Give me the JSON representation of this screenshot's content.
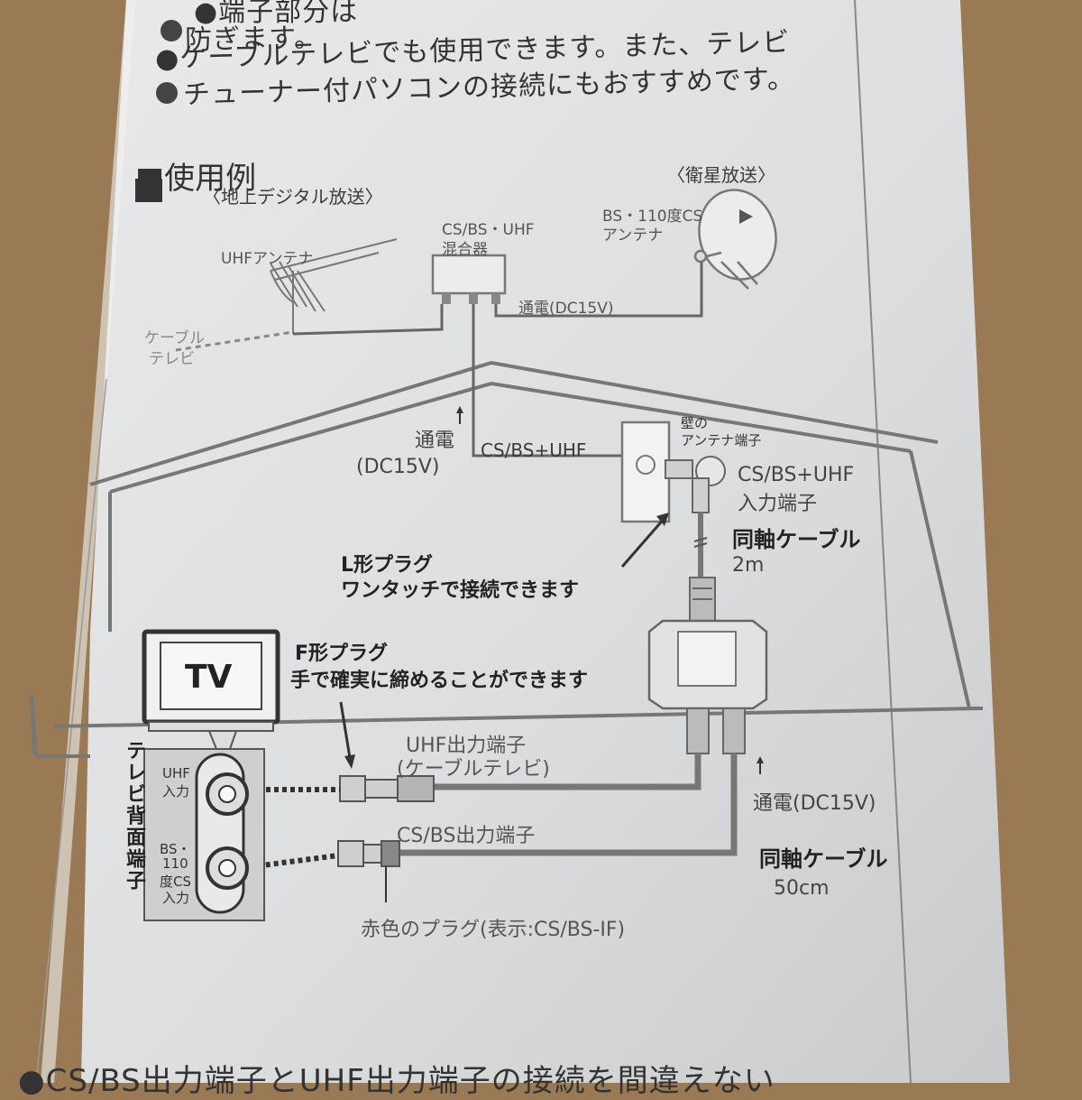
{
  "intro": {
    "line1_partial": "●端子部分は",
    "line2": "防ぎます。",
    "line3": "●ケーブルテレビでも使用できます。また、テレビ",
    "line4": "チューナー付パソコンの接続にもおすすめです。"
  },
  "section_title": "■使用例",
  "terrestrial_label": "〈地上デジタル放送〉",
  "satellite_label": "〈衛星放送〉",
  "uhf_antenna": "UHFアンテナ",
  "mixer": {
    "line1": "CS/BS・UHF",
    "line2": "混合器"
  },
  "bs_antenna": {
    "line1": "BS・110度CS",
    "line2": "アンテナ"
  },
  "power_top": "通電(DC15V)",
  "cable_tv": {
    "line1": "ケーブル",
    "line2": "テレビ"
  },
  "power_left": {
    "line1": "通電",
    "line2": "(DC15V)"
  },
  "cs_bs_uhf_line": "CS/BS+UHF",
  "wall_terminal": {
    "line1": "壁の",
    "line2": "アンテナ端子"
  },
  "input_terminal": {
    "line1": "CS/BS+UHF",
    "line2": "入力端子"
  },
  "coax_2m": {
    "line1": "同軸ケーブル",
    "line2": "2m"
  },
  "l_plug": {
    "line1": "L形プラグ",
    "line2": "ワンタッチで接続できます"
  },
  "tv_label": "TV",
  "f_plug": {
    "line1": "F形プラグ",
    "line2": "手で確実に締めることができます"
  },
  "uhf_out": {
    "line1": "UHF出力端子",
    "line2": "(ケーブルテレビ)"
  },
  "power_bottom": "通電(DC15V)",
  "cs_bs_out": "CS/BS出力端子",
  "coax_50cm": {
    "line1": "同軸ケーブル",
    "line2": "50cm"
  },
  "red_plug": "赤色のプラグ(表示:CS/BS-IF)",
  "tv_back": "テレビ背面端子",
  "uhf_input": {
    "line1": "UHF",
    "line2": "入力"
  },
  "bs_input": {
    "line1": "BS・",
    "line2": "110",
    "line3": "度CS",
    "line4": "入力"
  },
  "bottom_note": "●CS/BS出力端子とUHF出力端子の接続を間違えない"
}
